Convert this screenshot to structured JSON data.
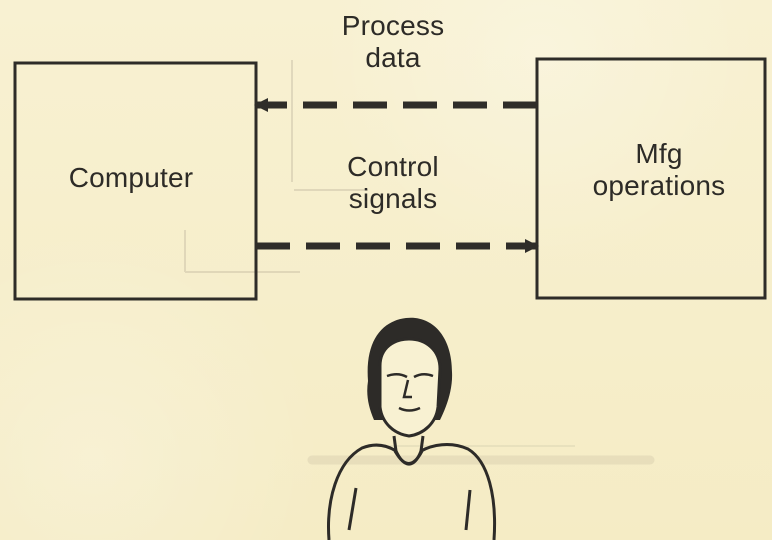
{
  "diagram": {
    "nodes": {
      "computer": {
        "label": "Computer"
      },
      "mfg_operations": {
        "label": "Mfg\noperations"
      }
    },
    "edges": {
      "process_data": {
        "label": "Process\ndata"
      },
      "control_signals": {
        "label": "Control\nsignals"
      }
    }
  }
}
